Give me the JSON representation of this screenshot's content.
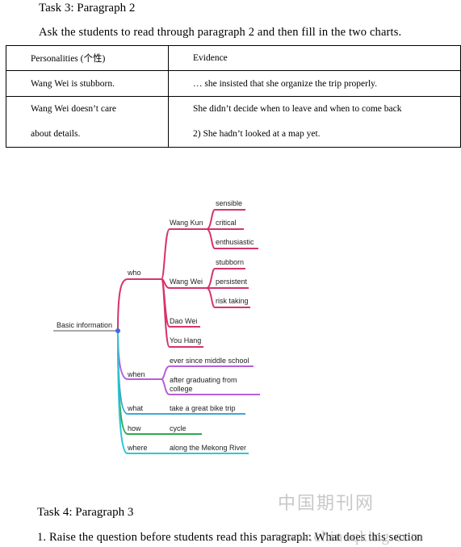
{
  "task3": {
    "heading": "Task 3: Paragraph 2",
    "instruction": "Ask the students to read through paragraph 2 and then fill in the two charts."
  },
  "table": {
    "header": {
      "personalities": "Personalities (个性)",
      "evidence": "Evidence"
    },
    "rows": [
      {
        "personality": "Wang Wei is stubborn.",
        "evidence": "… she insisted that she organize the trip properly."
      },
      {
        "personality_line1": "Wang Wei doesn’t care",
        "personality_line2": "about details.",
        "evidence_line1": "She didn’t decide when to leave and when to come back",
        "evidence_line2": "2) She hadn’t looked at a map yet."
      }
    ]
  },
  "mindmap": {
    "root": "Basic information",
    "who": {
      "label": "who",
      "wang_kun": {
        "label": "Wang Kun",
        "traits": [
          "sensible",
          "critical",
          "enthusiastic"
        ]
      },
      "wang_wei": {
        "label": "Wang Wei",
        "traits": [
          "stubborn",
          "persistent",
          "risk taking"
        ]
      },
      "dao_wei": "Dao Wei",
      "you_hang": "You Hang"
    },
    "when": {
      "label": "when",
      "items": [
        "ever since middle school",
        "after graduating from",
        "college"
      ]
    },
    "what": {
      "label": "what",
      "value": "take a great bike trip"
    },
    "how": {
      "label": "how",
      "value": "cycle"
    },
    "where": {
      "label": "where",
      "value": "along the Mekong River"
    },
    "colors": {
      "root_line": "#a9a9a9",
      "who": "#d6336c",
      "when": "#b65fd9",
      "what": "#3fa7d6",
      "how": "#2fa84f",
      "where": "#2ec7d6",
      "node": "#3a6fd8"
    }
  },
  "watermark": {
    "cn": "中国期刊网",
    "url": "www.chinaqking.com"
  },
  "task4": {
    "heading": "Task 4: Paragraph 3",
    "line1_start": "1. Raise the question before students read this",
    "line1_end": "paragraph: What does this section"
  }
}
